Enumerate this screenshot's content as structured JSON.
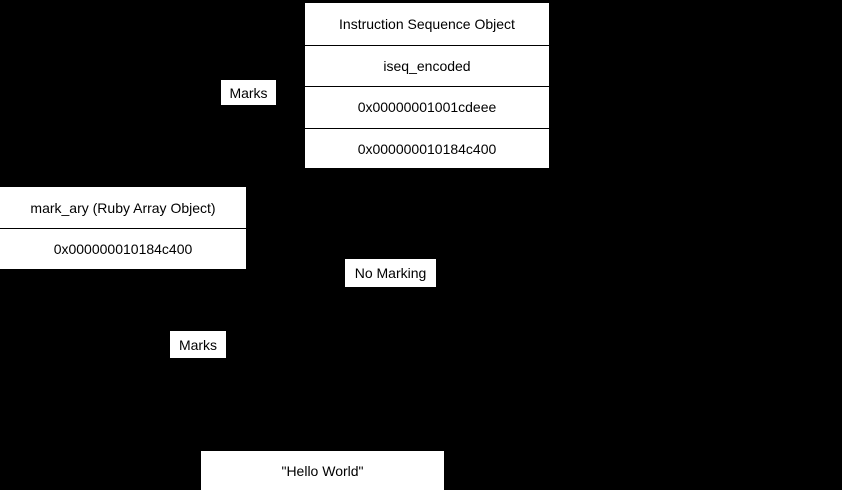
{
  "diagram": {
    "title_text": null,
    "background_color": "#000000",
    "node_fill_color": "#ffffff",
    "node_stroke_color": "#000000",
    "text_color": "#000000",
    "nodes": [
      {
        "id": "iseq",
        "name": "instruction-sequence-object",
        "rows": [
          {
            "text": "Instruction Sequence Object"
          },
          {
            "text": "iseq_encoded"
          },
          {
            "text": "0x00000001001cdeee"
          },
          {
            "text": "0x000000010184c400"
          }
        ]
      },
      {
        "id": "mark_ary",
        "name": "mark-ary-ruby-array-object",
        "rows": [
          {
            "text": "mark_ary (Ruby Array Object)"
          },
          {
            "text": "0x000000010184c400"
          }
        ]
      },
      {
        "id": "string",
        "name": "hello-world-string-object",
        "rows": [
          {
            "text": "\"Hello World\""
          }
        ]
      }
    ],
    "edge_labels": [
      {
        "id": "marks_top",
        "text": "Marks"
      },
      {
        "id": "no_marking",
        "text": "No Marking"
      },
      {
        "id": "marks_bottom",
        "text": "Marks"
      }
    ]
  }
}
